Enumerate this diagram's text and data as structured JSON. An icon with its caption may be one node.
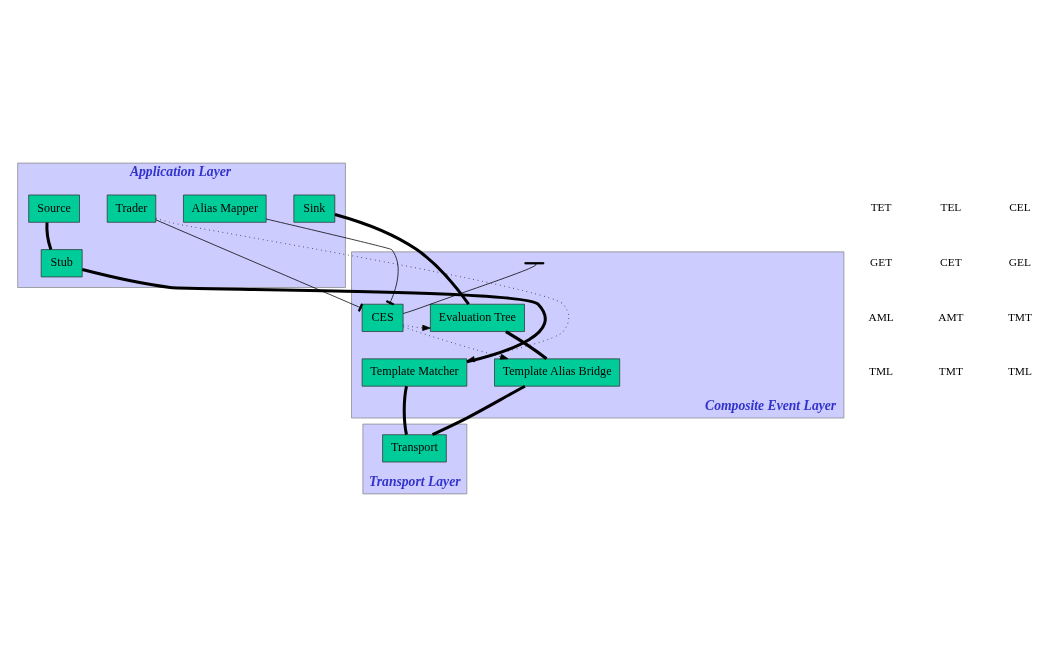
{
  "diagram": {
    "nodes": [
      {
        "text": [
          "Application Layer"
        ]
      },
      {
        "text": [
          "Source"
        ],
        "in": 0
      },
      {
        "text": [
          "Stub"
        ],
        "in": 0
      },
      {
        "text": [
          "Trader"
        ],
        "in": 0
      },
      {
        "text": [
          "Alias Mapper"
        ],
        "in": 0
      },
      {
        "text": [
          "Sink"
        ],
        "in": 0
      },
      {
        "text": [
          "Composite Event Layer"
        ]
      },
      {
        "text": [
          "CES"
        ],
        "in": 6
      },
      {
        "text": [
          "Evaluation Tree"
        ],
        "in": 6
      },
      {
        "text": [
          "Template Matcher"
        ],
        "in": 6
      },
      {
        "text": [
          "Template Alias Bridge"
        ],
        "in": 6
      },
      {
        "text": [
          "Transport Layer"
        ]
      },
      {
        "text": [
          "Transport"
        ],
        "in": 11
      }
    ],
    "edges": [
      {
        "from": 1,
        "to": 2,
        "arrow": "none",
        "style": "thick"
      },
      {
        "from": 2,
        "to": 9,
        "arrow": "none",
        "style": "thick"
      },
      {
        "from": 9,
        "to": 12,
        "arrow": "none",
        "style": "thick"
      },
      {
        "from": 12,
        "to": 10,
        "arrow": "none",
        "style": "thick"
      },
      {
        "from": 10,
        "to": 8,
        "arrow": "none",
        "style": "thick"
      },
      {
        "from": 8,
        "to": 5,
        "arrow": "none",
        "style": "thick"
      },
      {
        "from": 3,
        "to": 9,
        "arrow": "to",
        "style": "dashed"
      },
      {
        "from": 7,
        "to": 8,
        "arrow": "to",
        "style": "dashed"
      },
      {
        "from": 7,
        "to": 10,
        "arrow": "to",
        "style": "dashed"
      },
      {
        "from": 7,
        "to": 3,
        "arrow": "other"
      },
      {
        "from": 7,
        "to": null,
        "arrow": "other"
      },
      {
        "from": 7,
        "to": 4,
        "arrow": "other"
      }
    ],
    "labels": [
      "TET",
      "TEL",
      "CEL",
      "GET",
      "CET",
      "GEL",
      "AML",
      "AMT",
      "TMT",
      "TML",
      "TMT",
      "TML"
    ]
  }
}
